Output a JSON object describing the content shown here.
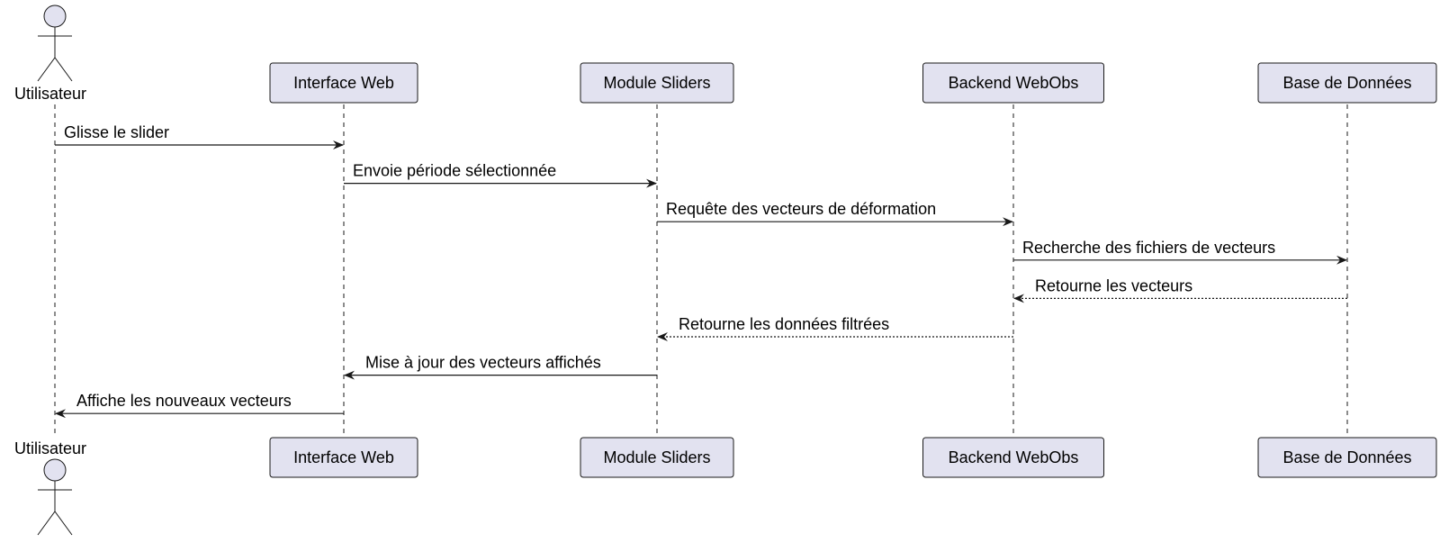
{
  "participants": [
    {
      "id": "user",
      "label": "Utilisateur",
      "kind": "actor"
    },
    {
      "id": "web",
      "label": "Interface Web",
      "kind": "participant"
    },
    {
      "id": "sliders",
      "label": "Module Sliders",
      "kind": "participant"
    },
    {
      "id": "backend",
      "label": "Backend WebObs",
      "kind": "participant"
    },
    {
      "id": "db",
      "label": "Base de Données",
      "kind": "participant"
    }
  ],
  "messages": [
    {
      "from": "user",
      "to": "web",
      "label": "Glisse le slider",
      "style": "sync"
    },
    {
      "from": "web",
      "to": "sliders",
      "label": "Envoie période sélectionnée",
      "style": "sync"
    },
    {
      "from": "sliders",
      "to": "backend",
      "label": "Requête des vecteurs de déformation",
      "style": "sync"
    },
    {
      "from": "backend",
      "to": "db",
      "label": "Recherche des fichiers de vecteurs",
      "style": "sync"
    },
    {
      "from": "db",
      "to": "backend",
      "label": "Retourne les vecteurs",
      "style": "return"
    },
    {
      "from": "backend",
      "to": "sliders",
      "label": "Retourne les données filtrées",
      "style": "return"
    },
    {
      "from": "sliders",
      "to": "web",
      "label": "Mise à jour des vecteurs affichés",
      "style": "sync"
    },
    {
      "from": "web",
      "to": "user",
      "label": "Affiche les nouveaux vecteurs",
      "style": "sync"
    }
  ],
  "colors": {
    "participant_fill": "#e2e2f0",
    "line": "#181818"
  }
}
